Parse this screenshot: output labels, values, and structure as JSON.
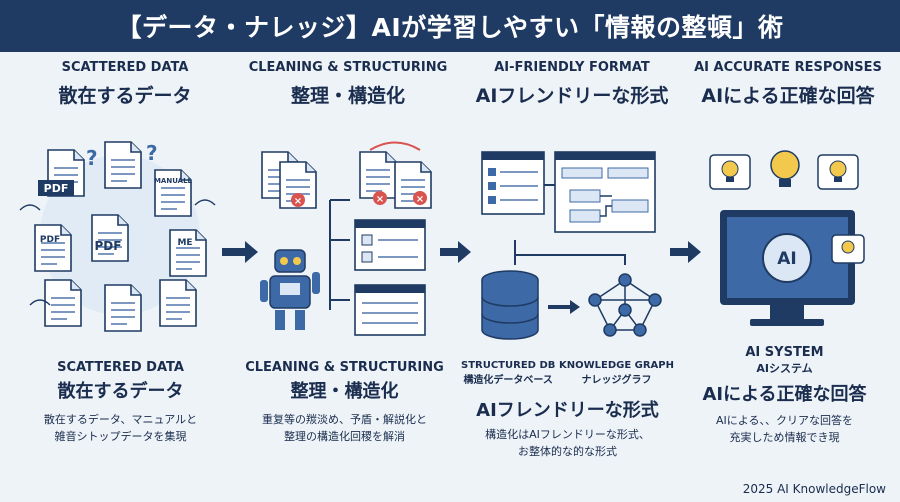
{
  "title": "【データ・ナレッジ】AIが学習しやすい「情報の整頓」術",
  "columns": [
    {
      "en": "SCATTERED DATA",
      "jp": "散在するデータ"
    },
    {
      "en": "CLEANING & STRUCTURING",
      "jp": "整理・構造化"
    },
    {
      "en": "AI-FRIENDLY FORMAT",
      "jp": "AIフレンドリーな形式"
    },
    {
      "en": "AI ACCURATE RESPONSES",
      "jp": "AIによる正確な回答"
    }
  ],
  "doc_labels": {
    "pdf1": "PDF",
    "pdf2": "PDF",
    "pdf3": "PDF",
    "manual": "MANUALL",
    "me": "ME"
  },
  "ai_chip": "AI",
  "bottom": [
    {
      "en": "SCATTERED DATA",
      "jp": "散在するデータ",
      "desc": [
        "散在するデータ、マニュアルと",
        "雑音シトップデータを集現"
      ]
    },
    {
      "en": "CLEANING & STRUCTURING",
      "jp": "整理・構造化",
      "desc": [
        "重复等の羰淡め、予盾・解説化と",
        "整理の構造化回稷を解消"
      ]
    },
    {
      "db_en": "STRUCTURED DB",
      "db_jp": "構造化データベース",
      "kg_en": "KNOWLEDGE GRAPH",
      "kg_jp": "ナレッジグラフ",
      "jp": "AIフレンドリーな形式",
      "desc": [
        "構造化はAIフレンドリーな形式、",
        "お整体的な的な形式"
      ]
    },
    {
      "en": "AI SYSTEM",
      "jp_small": "AIシステム",
      "jp": "AIによる正確な回答",
      "desc": [
        "AIによる、、クリアな回答を",
        "充実しため情報でき現"
      ]
    }
  ],
  "footer": "2025 AI KnowledgeFlow",
  "colors": {
    "navy": "#1f3b63",
    "blue": "#3d6aa6",
    "light": "#dbe7f4",
    "red": "#d9534f",
    "yellow": "#f2c94c"
  }
}
